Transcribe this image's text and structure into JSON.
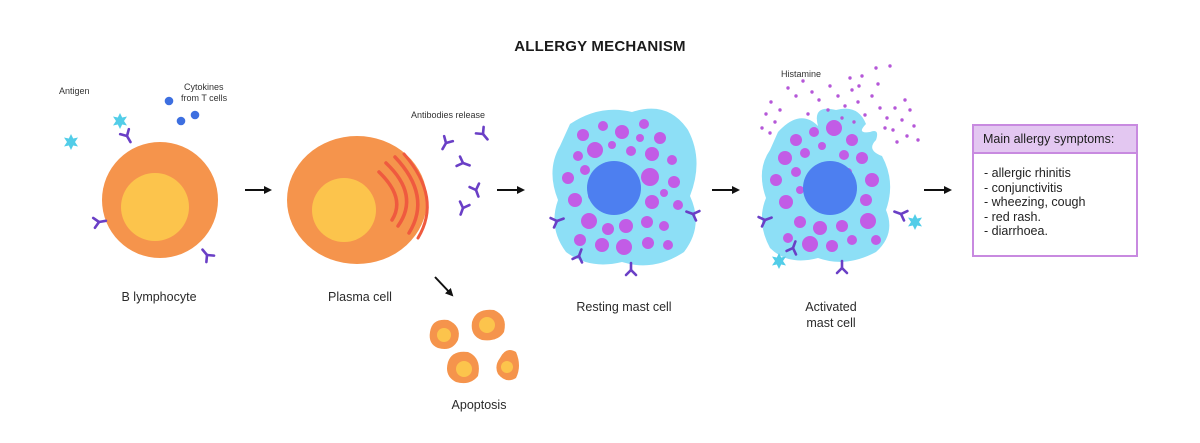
{
  "title": "ALLERGY MECHANISM",
  "labels": {
    "antigen": "Antigen",
    "cytokines_line1": "Cytokines",
    "cytokines_line2": "from T cells",
    "antibodies_release": "Antibodies release",
    "histamine": "Histamine"
  },
  "captions": {
    "b_lymphocyte": "B lymphocyte",
    "plasma_cell": "Plasma cell",
    "apoptosis": "Apoptosis",
    "resting_mast_cell": "Resting mast cell",
    "activated_line1": "Activated",
    "activated_line2": "mast cell"
  },
  "symptoms": {
    "header": "Main allergy symptoms:",
    "items": [
      "- allergic rhinitis",
      "- conjunctivitis",
      "- wheezing, cough",
      "- red rash.",
      "- diarrhoea."
    ]
  },
  "colors": {
    "cell_orange": "#f5944c",
    "nucleus_yellow": "#fcc44c",
    "rough_er_red": "#ef5a3f",
    "antibody_purple": "#6a3fc6",
    "antigen_cyan": "#52cde8",
    "cytokine_blue": "#3d6fe0",
    "mast_cytoplasm": "#8ddff6",
    "mast_nucleus": "#4d7ff0",
    "granule_magenta": "#c25ce6",
    "histamine_purple": "#b557d8",
    "panel_border": "#c88ae0",
    "panel_header": "#e3c7f1",
    "arrow": "#111111"
  },
  "icons": [
    "antigen-icon",
    "cytokine-icon",
    "antibody-icon",
    "arrow-right-icon",
    "arrow-diagonal-icon",
    "granule-icon"
  ]
}
